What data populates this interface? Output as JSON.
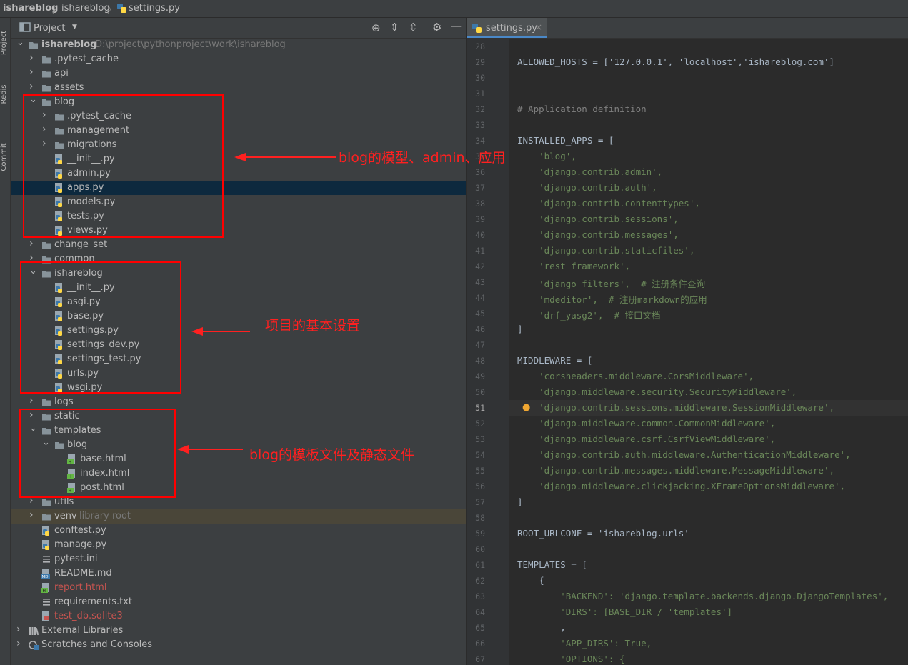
{
  "breadcrumb": {
    "project": "ishareblog",
    "folder": "ishareblog",
    "file": "settings.py"
  },
  "side_tabs": [
    "Project",
    "Redis",
    "Commit"
  ],
  "project_panel": {
    "title": "Project"
  },
  "tree": [
    {
      "label": "ishareblog",
      "path": "D:\\project\\pythonproject\\work\\ishareblog",
      "type": "root"
    },
    {
      "label": ".pytest_cache",
      "type": "folder"
    },
    {
      "label": "api",
      "type": "folder"
    },
    {
      "label": "assets",
      "type": "folder"
    },
    {
      "label": "blog",
      "type": "folder",
      "expanded": true
    },
    {
      "label": ".pytest_cache",
      "type": "folder"
    },
    {
      "label": "management",
      "type": "folder"
    },
    {
      "label": "migrations",
      "type": "folder"
    },
    {
      "label": "__init__.py",
      "type": "py"
    },
    {
      "label": "admin.py",
      "type": "py"
    },
    {
      "label": "apps.py",
      "type": "py",
      "selected": true
    },
    {
      "label": "models.py",
      "type": "py"
    },
    {
      "label": "tests.py",
      "type": "py"
    },
    {
      "label": "views.py",
      "type": "py"
    },
    {
      "label": "change_set",
      "type": "folder"
    },
    {
      "label": "common",
      "type": "folder"
    },
    {
      "label": "ishareblog",
      "type": "folder",
      "expanded": true
    },
    {
      "label": "__init__.py",
      "type": "py"
    },
    {
      "label": "asgi.py",
      "type": "py"
    },
    {
      "label": "base.py",
      "type": "py"
    },
    {
      "label": "settings.py",
      "type": "py"
    },
    {
      "label": "settings_dev.py",
      "type": "py"
    },
    {
      "label": "settings_test.py",
      "type": "py"
    },
    {
      "label": "urls.py",
      "type": "py"
    },
    {
      "label": "wsgi.py",
      "type": "py"
    },
    {
      "label": "logs",
      "type": "folder"
    },
    {
      "label": "static",
      "type": "folder"
    },
    {
      "label": "templates",
      "type": "folder",
      "expanded": true
    },
    {
      "label": "blog",
      "type": "folder",
      "expanded": true
    },
    {
      "label": "base.html",
      "type": "html"
    },
    {
      "label": "index.html",
      "type": "html"
    },
    {
      "label": "post.html",
      "type": "html"
    },
    {
      "label": "utils",
      "type": "folder"
    },
    {
      "label": "venv",
      "type": "folder",
      "suffix": "library root",
      "highlight": true
    },
    {
      "label": "conftest.py",
      "type": "py"
    },
    {
      "label": "manage.py",
      "type": "py"
    },
    {
      "label": "pytest.ini",
      "type": "ini"
    },
    {
      "label": "README.md",
      "type": "md"
    },
    {
      "label": "report.html",
      "type": "html",
      "color": "#c75450"
    },
    {
      "label": "requirements.txt",
      "type": "txt"
    },
    {
      "label": "test_db.sqlite3",
      "type": "db",
      "color": "#c75450"
    },
    {
      "label": "External Libraries",
      "type": "lib"
    },
    {
      "label": "Scratches and Consoles",
      "type": "scratch"
    }
  ],
  "editor_tab": "settings.py",
  "code_lines": [
    {
      "n": "28",
      "t": ""
    },
    {
      "n": "29",
      "t": "ALLOWED_HOSTS = ['127.0.0.1', 'localhost','ishareblog.com']"
    },
    {
      "n": "30",
      "t": ""
    },
    {
      "n": "31",
      "t": ""
    },
    {
      "n": "32",
      "t": "# Application definition"
    },
    {
      "n": "33",
      "t": ""
    },
    {
      "n": "34",
      "t": "INSTALLED_APPS = ["
    },
    {
      "n": "35",
      "t": "    'blog',"
    },
    {
      "n": "36",
      "t": "    'django.contrib.admin',"
    },
    {
      "n": "37",
      "t": "    'django.contrib.auth',"
    },
    {
      "n": "38",
      "t": "    'django.contrib.contenttypes',"
    },
    {
      "n": "39",
      "t": "    'django.contrib.sessions',"
    },
    {
      "n": "40",
      "t": "    'django.contrib.messages',"
    },
    {
      "n": "41",
      "t": "    'django.contrib.staticfiles',"
    },
    {
      "n": "42",
      "t": "    'rest_framework',"
    },
    {
      "n": "43",
      "t": "    'django_filters',  # 注册条件查询"
    },
    {
      "n": "44",
      "t": "    'mdeditor',  # 注册markdown的应用"
    },
    {
      "n": "45",
      "t": "    'drf_yasg2',  # 接口文档"
    },
    {
      "n": "46",
      "t": "]"
    },
    {
      "n": "47",
      "t": ""
    },
    {
      "n": "48",
      "t": "MIDDLEWARE = ["
    },
    {
      "n": "49",
      "t": "    'corsheaders.middleware.CorsMiddleware',"
    },
    {
      "n": "50",
      "t": "    'django.middleware.security.SecurityMiddleware',"
    },
    {
      "n": "51",
      "t": "    'django.contrib.sessions.middleware.SessionMiddleware',"
    },
    {
      "n": "52",
      "t": "    'django.middleware.common.CommonMiddleware',"
    },
    {
      "n": "53",
      "t": "    'django.middleware.csrf.CsrfViewMiddleware',"
    },
    {
      "n": "54",
      "t": "    'django.contrib.auth.middleware.AuthenticationMiddleware',"
    },
    {
      "n": "55",
      "t": "    'django.contrib.messages.middleware.MessageMiddleware',"
    },
    {
      "n": "56",
      "t": "    'django.middleware.clickjacking.XFrameOptionsMiddleware',"
    },
    {
      "n": "57",
      "t": "]"
    },
    {
      "n": "58",
      "t": ""
    },
    {
      "n": "59",
      "t": "ROOT_URLCONF = 'ishareblog.urls'"
    },
    {
      "n": "60",
      "t": ""
    },
    {
      "n": "61",
      "t": "TEMPLATES = ["
    },
    {
      "n": "62",
      "t": "    {"
    },
    {
      "n": "63",
      "t": "        'BACKEND': 'django.template.backends.django.DjangoTemplates',"
    },
    {
      "n": "64",
      "t": "        'DIRS': [BASE_DIR / 'templates']"
    },
    {
      "n": "65",
      "t": "        ,"
    },
    {
      "n": "66",
      "t": "        'APP_DIRS': True,"
    },
    {
      "n": "67",
      "t": "        'OPTIONS': {"
    }
  ],
  "annotations": {
    "blog_app": "blog的模型、admin、应用",
    "project_settings": "项目的基本设置",
    "templates": "blog的模板文件及静态文件"
  },
  "colors": {
    "annotation": "#ff0000",
    "selected_row": "#0d293e",
    "venv_row": "#4a4639"
  }
}
